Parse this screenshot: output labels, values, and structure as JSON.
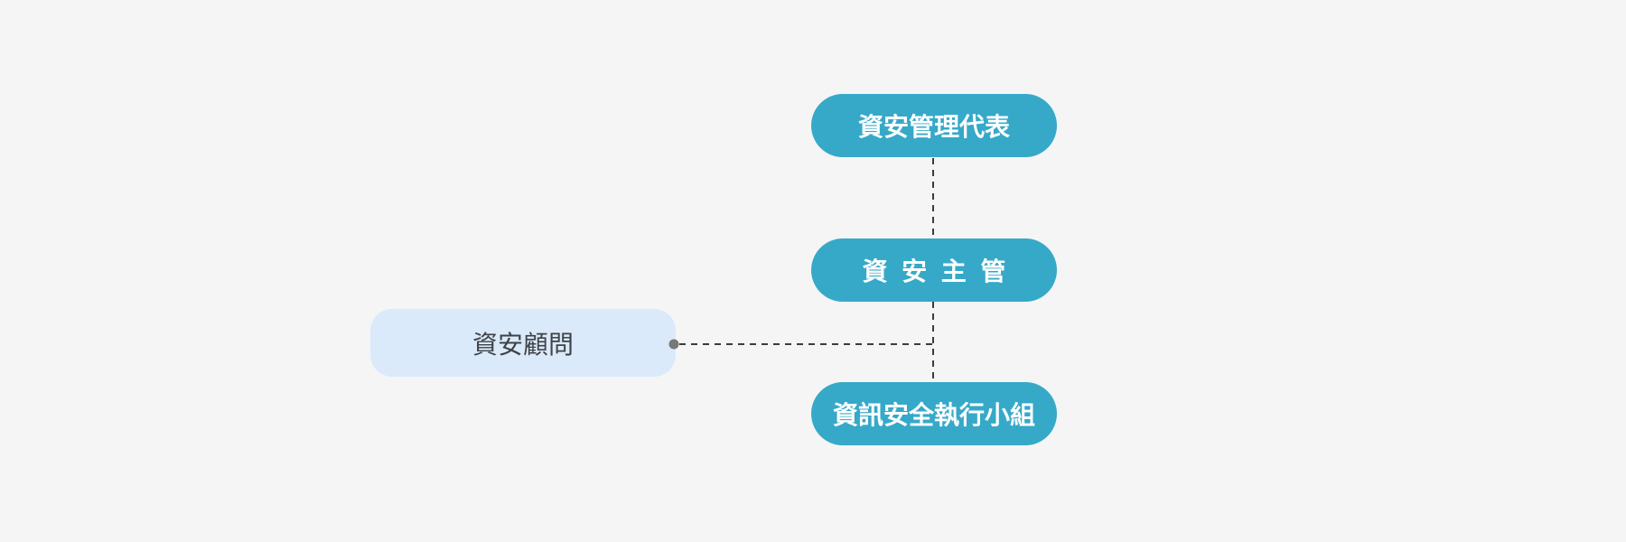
{
  "palette": {
    "node_fill": "#36a9c9",
    "node_text": "#ffffff",
    "consultant_fill": "#dbeafb",
    "consultant_text": "#3f4245",
    "connector_color": "#3c3c3e",
    "dot_color": "#77787a",
    "background_color": "#f5f5f6"
  },
  "org_chart": {
    "nodes": {
      "representative": {
        "label": "資安管理代表"
      },
      "supervisor": {
        "label": "資 安 主 管"
      },
      "execution_team": {
        "label": "資訊安全執行小組"
      },
      "consultant": {
        "label": "資安顧問"
      }
    }
  }
}
